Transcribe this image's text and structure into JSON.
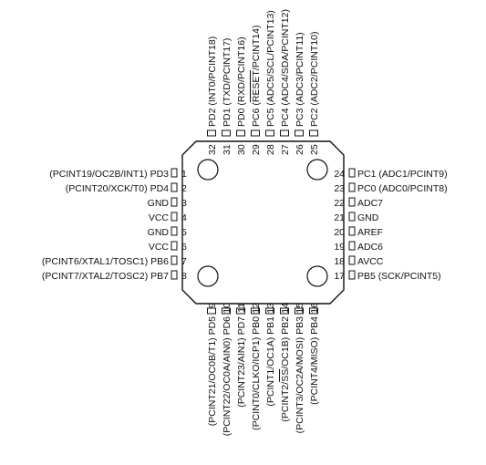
{
  "package": {
    "left_pins": [
      {
        "num": "1",
        "name": "(PCINT19/OC2B/INT1) PD3"
      },
      {
        "num": "2",
        "name": "(PCINT20/XCK/T0) PD4"
      },
      {
        "num": "3",
        "name": "GND"
      },
      {
        "num": "4",
        "name": "VCC"
      },
      {
        "num": "5",
        "name": "GND"
      },
      {
        "num": "6",
        "name": "VCC"
      },
      {
        "num": "7",
        "name": "(PCINT6/XTAL1/TOSC1) PB6"
      },
      {
        "num": "8",
        "name": "(PCINT7/XTAL2/TOSC2) PB7"
      }
    ],
    "right_pins": [
      {
        "num": "24",
        "name": "PC1 (ADC1/PCINT9)"
      },
      {
        "num": "23",
        "name": "PC0 (ADC0/PCINT8)"
      },
      {
        "num": "22",
        "name": "ADC7"
      },
      {
        "num": "21",
        "name": "GND"
      },
      {
        "num": "20",
        "name": "AREF"
      },
      {
        "num": "19",
        "name": "ADC6"
      },
      {
        "num": "18",
        "name": "AVCC"
      },
      {
        "num": "17",
        "name": "PB5 (SCK/PCINT5)"
      }
    ],
    "top_pins": [
      {
        "num": "32",
        "name": "PD2 (INT0/PCINT18)"
      },
      {
        "num": "31",
        "name": "PD1 (TXD/PCINT17)"
      },
      {
        "num": "30",
        "name": "PD0 (RXD/PCINT16)"
      },
      {
        "num": "29",
        "name_pre": "PC6 (",
        "name_over": "RESET",
        "name_post": "/PCINT14)"
      },
      {
        "num": "28",
        "name": "PC5 (ADC5/SCL/PCINT13)"
      },
      {
        "num": "27",
        "name": "PC4 (ADC4/SDA/PCINT12)"
      },
      {
        "num": "26",
        "name": "PC3 (ADC3/PCINT11)"
      },
      {
        "num": "25",
        "name": "PC2 (ADC2/PCINT10)"
      }
    ],
    "bottom_pins": [
      {
        "num": "9",
        "name": "(PCINT21/OC0B/T1) PD5"
      },
      {
        "num": "10",
        "name": "(PCINT22/OC0A/AIN0) PD6"
      },
      {
        "num": "11",
        "name": "(PCINT23/AIN1) PD7"
      },
      {
        "num": "12",
        "name": "(PCINT0/CLKO/ICP1) PB0"
      },
      {
        "num": "13",
        "name": "(PCINT1/OC1A) PB1"
      },
      {
        "num": "14",
        "name_pre": "(PCINT2/",
        "name_over": "SS",
        "name_post": "/OC1B) PB2"
      },
      {
        "num": "15",
        "name": "(PCINT3/OC2A/MOSI) PB3"
      },
      {
        "num": "16",
        "name": "(PCINT4/MISO) PB4"
      }
    ]
  }
}
